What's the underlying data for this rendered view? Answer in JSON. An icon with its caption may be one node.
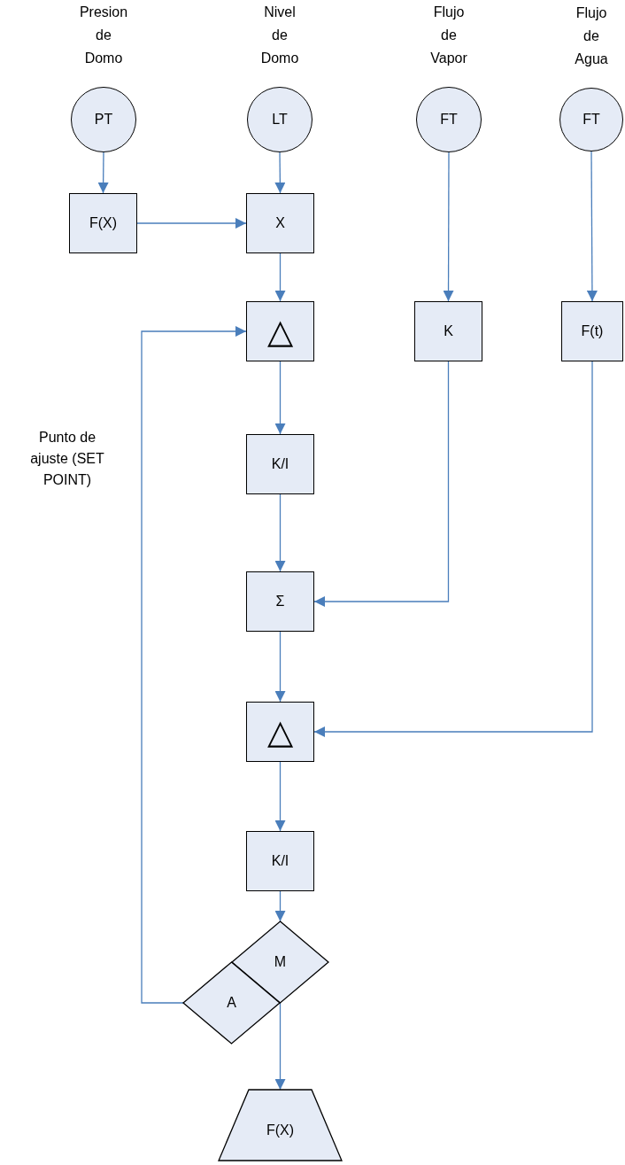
{
  "diagram": {
    "nodes": [
      {
        "text": [
          "Presion de Domo",
          "PT"
        ]
      },
      {
        "text": [
          "Nivel de Domo",
          "LT"
        ]
      },
      {
        "text": [
          "Flujo de Vapor",
          "FT"
        ]
      },
      {
        "text": [
          "Flujo de Agua",
          "FT"
        ]
      },
      {
        "text": [
          "F(X)"
        ]
      },
      {
        "text": [
          "X"
        ]
      },
      {
        "text": [
          "△"
        ]
      },
      {
        "text": [
          "K"
        ]
      },
      {
        "text": [
          "F(t)"
        ]
      },
      {
        "text": [
          "K/I"
        ]
      },
      {
        "text": [
          "Σ"
        ]
      },
      {
        "text": [
          "△"
        ]
      },
      {
        "text": [
          "K/I"
        ]
      },
      {
        "text": [
          "M"
        ]
      },
      {
        "text": [
          "A"
        ]
      },
      {
        "text": [
          "F(X)"
        ]
      }
    ],
    "edges": [
      {
        "from": 0,
        "to": 4,
        "arrow": "to"
      },
      {
        "from": 1,
        "to": 5,
        "arrow": "to"
      },
      {
        "from": 2,
        "to": 7,
        "arrow": "to"
      },
      {
        "from": 3,
        "to": 8,
        "arrow": "to"
      },
      {
        "from": 4,
        "to": 5,
        "arrow": "to"
      },
      {
        "from": 5,
        "to": 6,
        "arrow": "to"
      },
      {
        "from": 6,
        "to": 9,
        "arrow": "to"
      },
      {
        "from": 9,
        "to": 10,
        "arrow": "to"
      },
      {
        "from": 7,
        "to": 10,
        "arrow": "to"
      },
      {
        "from": 10,
        "to": 11,
        "arrow": "to"
      },
      {
        "from": 8,
        "to": 11,
        "arrow": "to"
      },
      {
        "from": 11,
        "to": 12,
        "arrow": "to"
      },
      {
        "from": 12,
        "to": 13,
        "arrow": "to"
      },
      {
        "from": 14,
        "to": 6,
        "arrow": "to"
      },
      {
        "from": 13,
        "to": 15,
        "arrow": "to"
      }
    ],
    "labels": [
      "Punto de ajuste (SET POINT)"
    ]
  }
}
